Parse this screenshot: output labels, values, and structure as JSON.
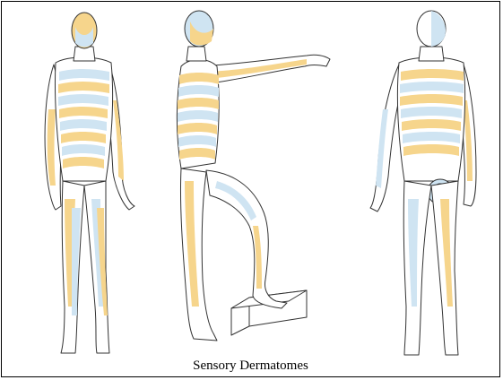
{
  "caption": "Sensory Dermatomes",
  "colors": {
    "yellow": "#f6d58c",
    "blue": "#cfe4f2",
    "skin": "#ffffff",
    "outline": "#333333"
  },
  "figures": [
    {
      "view": "front"
    },
    {
      "view": "side"
    },
    {
      "view": "back"
    }
  ]
}
